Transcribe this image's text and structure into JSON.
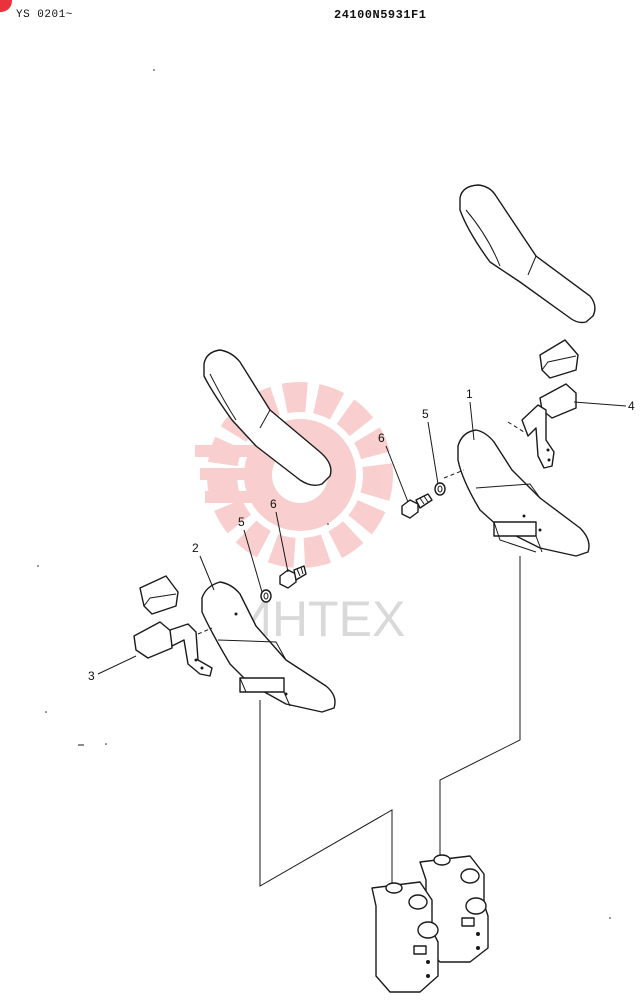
{
  "header": {
    "serial_range": "YS 0201~",
    "drawing_number": "24100N5931F1"
  },
  "callouts": {
    "c1": "1",
    "c2": "2",
    "c3": "3",
    "c4": "4",
    "c5a": "5",
    "c5b": "5",
    "c6a": "6",
    "c6b": "6"
  },
  "watermark": {
    "text": "ИНТЕХ"
  },
  "colors": {
    "corner_mark": "#e8323c",
    "watermark_gear": "#f4a7a7"
  }
}
